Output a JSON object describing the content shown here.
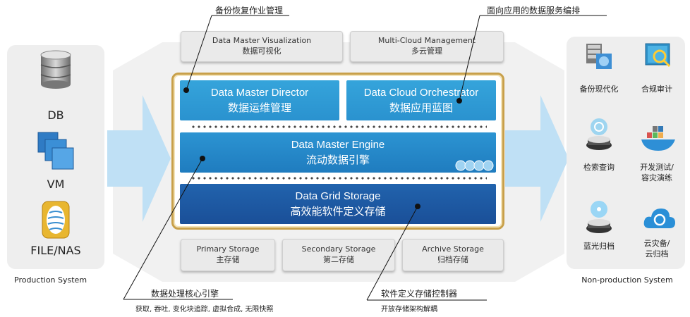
{
  "callouts": {
    "top_left": "备份恢复作业管理",
    "top_right": "面向应用的数据服务编排",
    "bottom_left_title": "数据处理核心引擎",
    "bottom_left_desc": "获取, 吞吐, 变化块追踪, 虚拟合成, 无限快照",
    "bottom_right_title": "软件定义存储控制器",
    "bottom_right_desc": "开放存储架构解耦"
  },
  "production": {
    "items": [
      {
        "label": "DB",
        "icon": "database-icon"
      },
      {
        "label": "VM",
        "icon": "virtual-machine-icon"
      },
      {
        "label": "FILE/NAS",
        "icon": "file-nas-icon"
      }
    ],
    "caption": "Production System"
  },
  "non_production": {
    "items": [
      {
        "label": "备份现代化",
        "icon": "backup-server-icon"
      },
      {
        "label": "合规审计",
        "icon": "audit-search-icon"
      },
      {
        "label": "检索查询",
        "icon": "search-disc-icon"
      },
      {
        "label": "开发测试/\n容灾演练",
        "icon": "docker-whale-icon"
      },
      {
        "label": "蓝光归档",
        "icon": "bluray-disc-icon"
      },
      {
        "label": "云灾备/\n云归档",
        "icon": "cloud-sync-icon"
      }
    ],
    "caption": "Non-production System"
  },
  "top_boxes": [
    {
      "en": "Data Master Visualization",
      "zh": "数据可视化"
    },
    {
      "en": "Multi-Cloud Management",
      "zh": "多云管理"
    }
  ],
  "core": {
    "director": {
      "en": "Data Master Director",
      "zh": "数据运维管理"
    },
    "orchestrator": {
      "en": "Data Cloud Orchestrator",
      "zh": "数据应用蓝图"
    },
    "engine": {
      "en": "Data Master Engine",
      "zh": "流动数据引擎"
    },
    "storage": {
      "en": "Data Grid Storage",
      "zh": "高效能软件定义存储"
    }
  },
  "bottom_boxes": [
    {
      "en": "Primary Storage",
      "zh": "主存储"
    },
    {
      "en": "Secondary Storage",
      "zh": "第二存储"
    },
    {
      "en": "Archive Storage",
      "zh": "归档存储"
    }
  ],
  "colors": {
    "gold": "#c8a04a",
    "blue_light": "#2a92cf",
    "blue_dark": "#1a4f98",
    "arrow": "#bfe0f5"
  }
}
